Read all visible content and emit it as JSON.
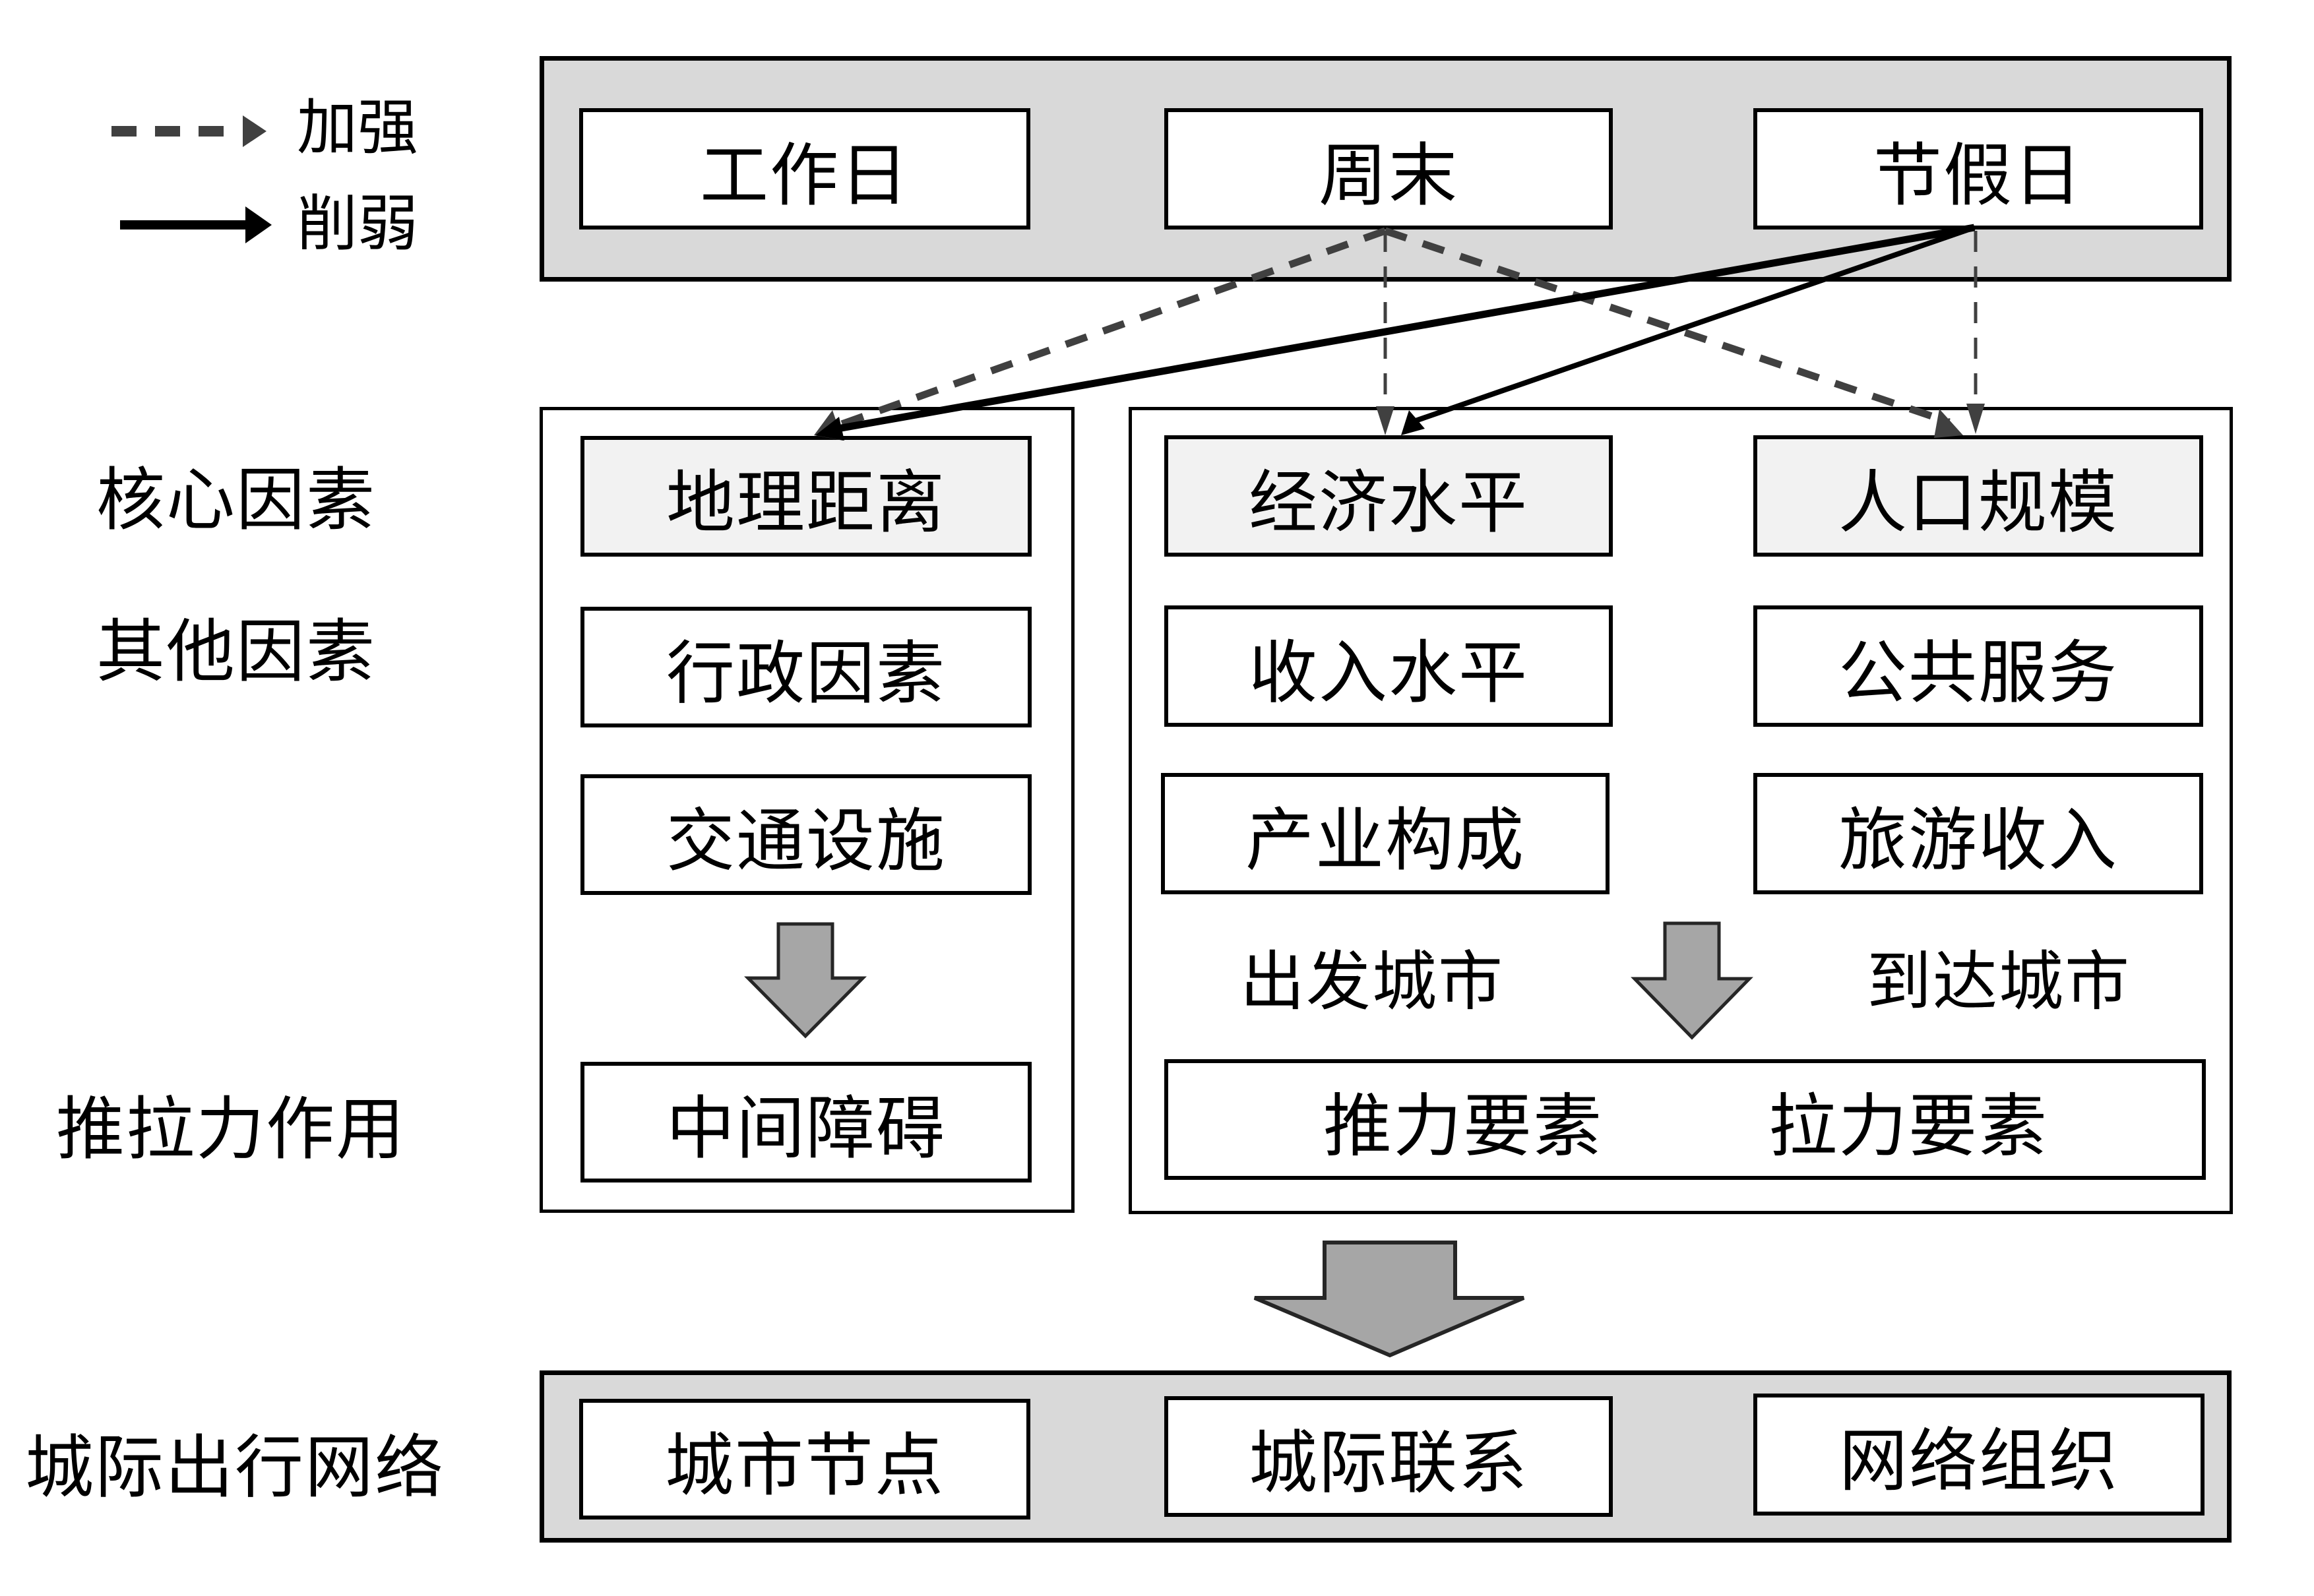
{
  "legend": {
    "strengthen": {
      "label": "加强",
      "style": "dashed",
      "color": "#404040"
    },
    "weaken": {
      "label": "削弱",
      "style": "solid",
      "color": "#000000"
    }
  },
  "row_labels": {
    "core_factors": "核心因素",
    "other_factors": "其他因素",
    "push_pull": "推拉力作用",
    "network": "城际出行网络"
  },
  "time_types": [
    "工作日",
    "周末",
    "节假日"
  ],
  "left_panel": {
    "core": "地理距离",
    "others": [
      "行政因素",
      "交通设施"
    ],
    "result": "中间障碍"
  },
  "right_panel": {
    "core": [
      "经济水平",
      "人口规模"
    ],
    "others": [
      [
        "收入水平",
        "公共服务"
      ],
      [
        "产业构成",
        "旅游收入"
      ]
    ],
    "origin_label": "出发城市",
    "destination_label": "到达城市",
    "result": {
      "push": "推力要素",
      "pull": "拉力要素"
    }
  },
  "network_components": [
    "城市节点",
    "城际联系",
    "网络组织"
  ],
  "relations": [
    {
      "from": "周末",
      "to": "地理距离",
      "effect": "加强"
    },
    {
      "from": "周末",
      "to": "经济水平",
      "effect": "加强"
    },
    {
      "from": "周末",
      "to": "人口规模",
      "effect": "加强"
    },
    {
      "from": "节假日",
      "to": "地理距离",
      "effect": "削弱"
    },
    {
      "from": "节假日",
      "to": "经济水平",
      "effect": "削弱"
    },
    {
      "from": "节假日",
      "to": "人口规模",
      "effect": "加强"
    }
  ],
  "colors": {
    "panel_fill": "#d9d9d9",
    "core_box_fill": "#f2f2f2",
    "block_arrow_fill": "#a6a6a6",
    "dashed_arrow": "#404040",
    "solid_arrow": "#000000"
  }
}
